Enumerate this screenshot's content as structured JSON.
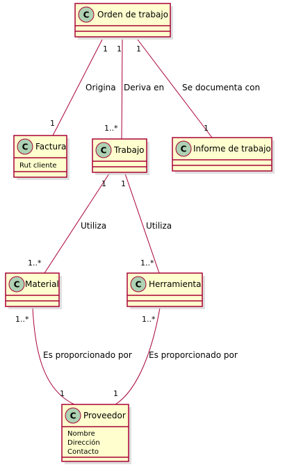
{
  "classes": {
    "orden": {
      "name": "Orden de trabajo",
      "stereotype": "C",
      "attributes": []
    },
    "factura": {
      "name": "Factura",
      "stereotype": "C",
      "attributes": [
        "Rut cliente"
      ]
    },
    "trabajo": {
      "name": "Trabajo",
      "stereotype": "C",
      "attributes": []
    },
    "informe": {
      "name": "Informe de trabajo",
      "stereotype": "C",
      "attributes": []
    },
    "material": {
      "name": "Material",
      "stereotype": "C",
      "attributes": []
    },
    "herramienta": {
      "name": "Herramienta",
      "stereotype": "C",
      "attributes": []
    },
    "proveedor": {
      "name": "Proveedor",
      "stereotype": "C",
      "attributes": [
        "Nombre",
        "Dirección",
        "Contacto"
      ]
    }
  },
  "relations": [
    {
      "from": "orden",
      "to": "factura",
      "label": "Origina",
      "from_mult": "1",
      "to_mult": "1"
    },
    {
      "from": "orden",
      "to": "trabajo",
      "label": "Deriva en",
      "from_mult": "1",
      "to_mult": "1..*"
    },
    {
      "from": "orden",
      "to": "informe",
      "label": "Se documenta con",
      "from_mult": "1",
      "to_mult": "1"
    },
    {
      "from": "trabajo",
      "to": "material",
      "label": "Utiliza",
      "from_mult": "1",
      "to_mult": "1..*"
    },
    {
      "from": "trabajo",
      "to": "herramienta",
      "label": "Utiliza",
      "from_mult": "1",
      "to_mult": "1..*"
    },
    {
      "from": "material",
      "to": "proveedor",
      "label": "Es proporcionado por",
      "from_mult": "1..*",
      "to_mult": "1"
    },
    {
      "from": "herramienta",
      "to": "proveedor",
      "label": "Es proporcionado por",
      "from_mult": "1..*",
      "to_mult": "1"
    }
  ],
  "colors": {
    "class_fill": "#fefece",
    "class_border": "#a80036",
    "stereotype_circle": "#add1b2",
    "edge": "#a80036"
  }
}
